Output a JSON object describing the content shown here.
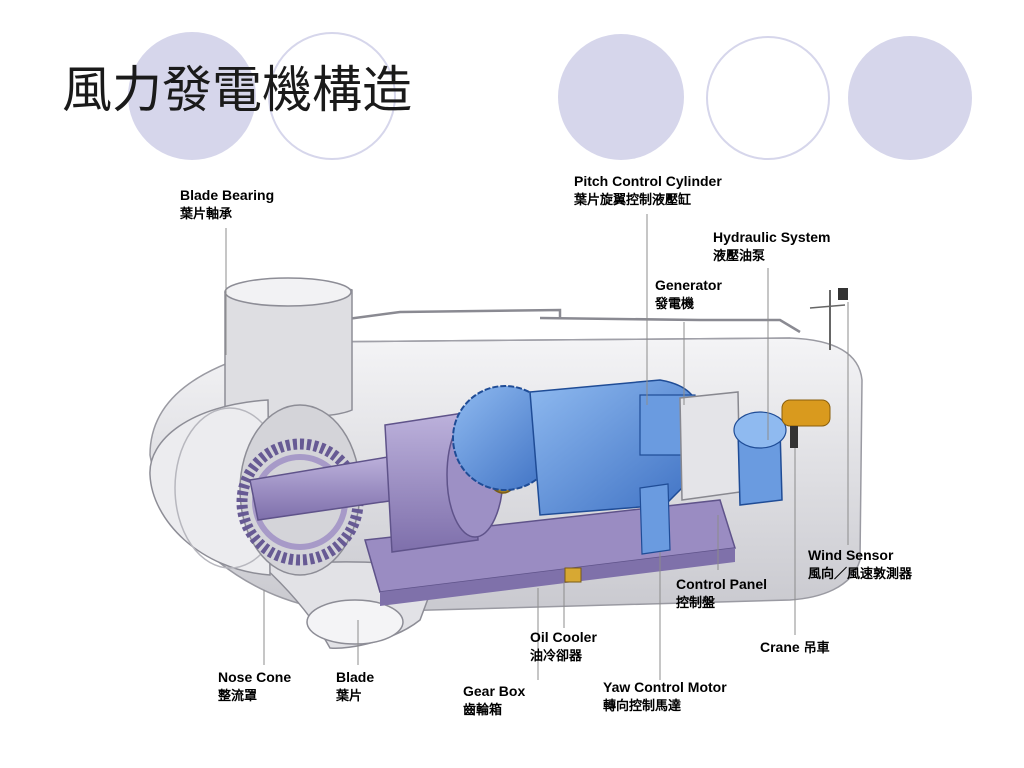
{
  "slide": {
    "title": "風力發電機構造"
  },
  "labels": {
    "blade_bearing": {
      "en": "Blade Bearing",
      "zh": "葉片軸承"
    },
    "pitch_control_cylinder": {
      "en": "Pitch Control Cylinder",
      "zh": "葉片旋翼控制液壓缸"
    },
    "hydraulic_system": {
      "en": "Hydraulic System",
      "zh": "液壓油泵"
    },
    "generator": {
      "en": "Generator",
      "zh": "發電機"
    },
    "wind_sensor": {
      "en": "Wind Sensor",
      "zh": "風向／風速敦測器"
    },
    "control_panel": {
      "en": "Control Panel",
      "zh": "控制盤"
    },
    "crane": {
      "en": "Crane",
      "zh": "吊車"
    },
    "oil_cooler": {
      "en": "Oil Cooler",
      "zh": "油冷卻器"
    },
    "nose_cone": {
      "en": "Nose Cone",
      "zh": "整流罩"
    },
    "blade": {
      "en": "Blade",
      "zh": "葉片"
    },
    "gear_box": {
      "en": "Gear Box",
      "zh": "齒輪箱"
    },
    "yaw_control_motor": {
      "en": "Yaw Control Motor",
      "zh": "轉向控制馬達"
    }
  },
  "colors": {
    "deco_circle": "#d6d6eb",
    "nacelle_shell": "#e6e6e9",
    "drivetrain_purple": "#a79ac8",
    "generator_blue": "#6a9be0",
    "gear_gold": "#c8a23c"
  }
}
